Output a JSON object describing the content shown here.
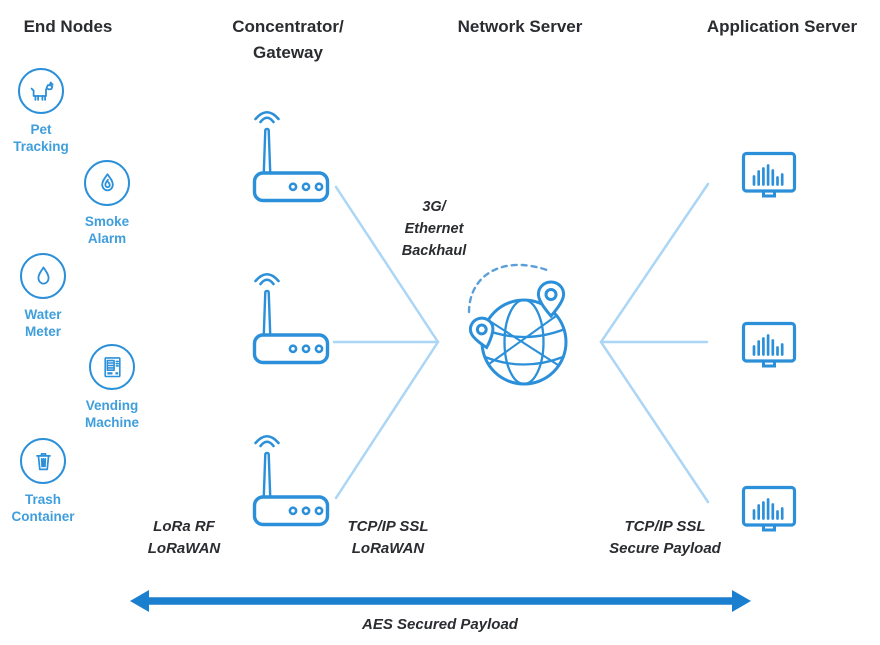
{
  "title": "LoRaWAN network architecture diagram",
  "headers": [
    {
      "label": "End Nodes"
    },
    {
      "label": "Concentrator/\nGateway"
    },
    {
      "label": "Network Server"
    },
    {
      "label": "Application Server"
    }
  ],
  "end_nodes": {
    "items": [
      {
        "label": "Pet\nTracking",
        "icon": "dog-icon"
      },
      {
        "label": "Smoke\nAlarm",
        "icon": "flame-icon"
      },
      {
        "label": "Water\nMeter",
        "icon": "water-drop-icon"
      },
      {
        "label": "Vending\nMachine",
        "icon": "vending-machine-icon"
      },
      {
        "label": "Trash\nContainer",
        "icon": "trash-icon"
      }
    ]
  },
  "gateway": {
    "count": 3,
    "icon": "wifi-router-icon"
  },
  "network_server": {
    "icon": "globe-with-pins-icon"
  },
  "application_server": {
    "count": 3,
    "icon": "monitor-chart-icon"
  },
  "annotations": {
    "backhaul": "3G/\nEthernet\nBackhaul",
    "lora": "LoRa RF\nLoRaWAN",
    "tcpip_gateway": "TCP/IP SSL\nLoRaWAN",
    "tcpip_app": "TCP/IP SSL\nSecure Payload",
    "aes": "AES Secured Payload"
  },
  "colors": {
    "icon_blue": "#2b90d9",
    "label_blue": "#3f9edc",
    "light_line_blue": "#abd6f5",
    "arrow_blue": "#1b7fd0",
    "dark_text": "#2a2c30",
    "background": "#ffffff"
  }
}
